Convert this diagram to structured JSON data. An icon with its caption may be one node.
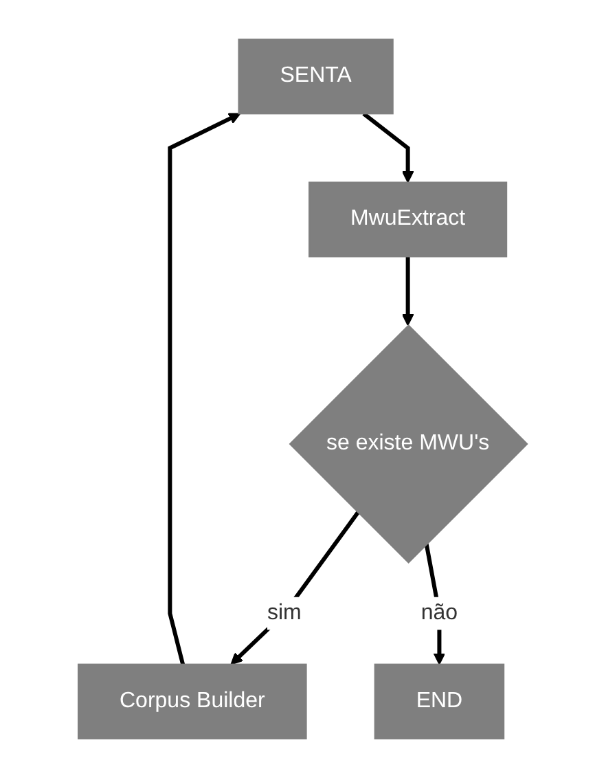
{
  "diagram": {
    "nodes": [
      {
        "text": [
          "SENTA"
        ]
      },
      {
        "text": [
          "MwuExtract"
        ]
      },
      {
        "text": [
          "se existe MWU's"
        ]
      },
      {
        "text": [
          "Corpus Builder"
        ]
      },
      {
        "text": [
          "END"
        ]
      }
    ],
    "edges": [
      {
        "from": 0,
        "to": 1,
        "arrow": "to"
      },
      {
        "from": 1,
        "to": 2,
        "arrow": "to"
      },
      {
        "from": 2,
        "to": 3,
        "arrow": "to",
        "label": "sim"
      },
      {
        "from": 3,
        "to": 0,
        "arrow": "to"
      },
      {
        "from": 2,
        "to": 4,
        "arrow": "to",
        "label": "não"
      }
    ]
  }
}
